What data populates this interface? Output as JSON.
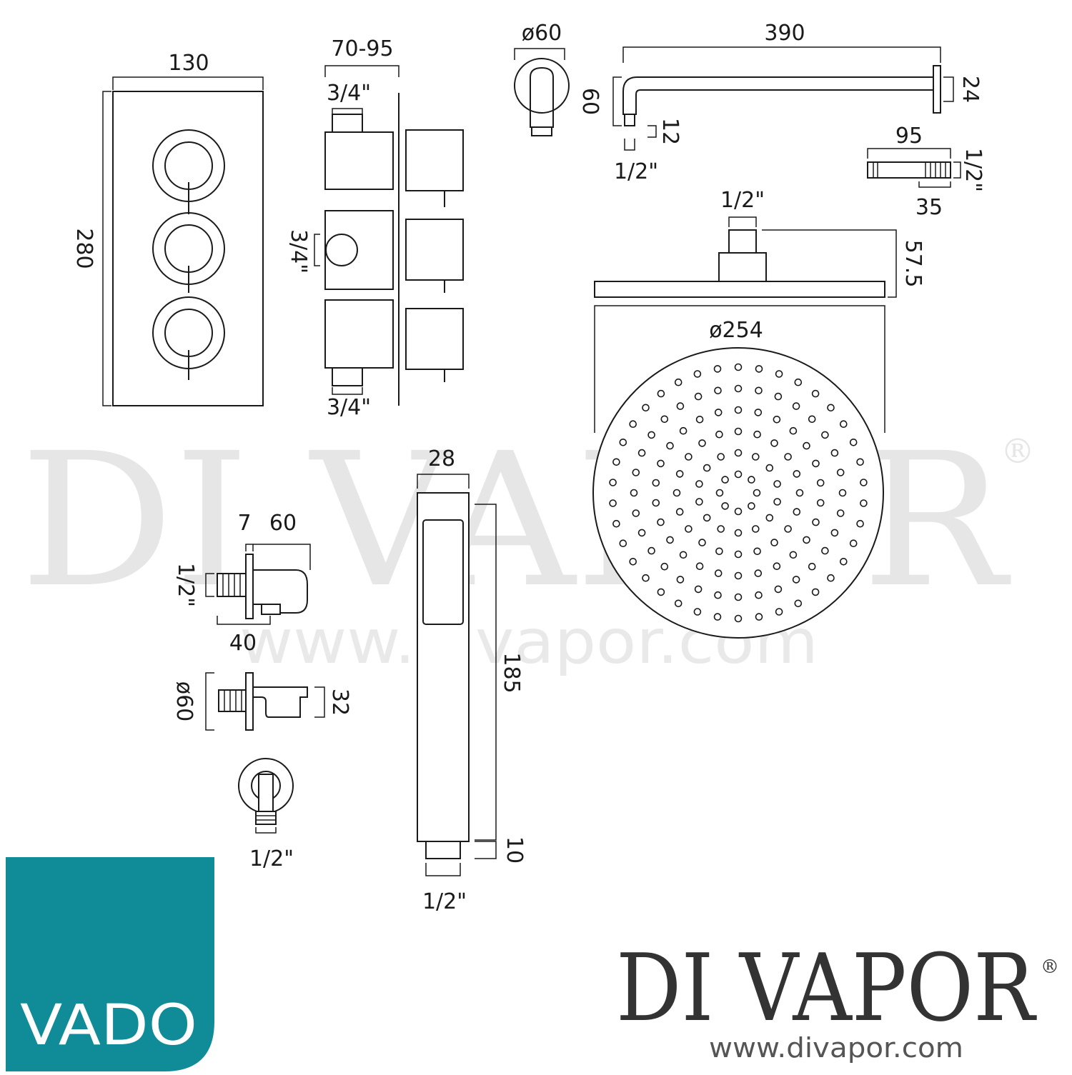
{
  "watermark": {
    "brand": "DI VAPOR",
    "registered": "®",
    "url": "www.divapor.com"
  },
  "logos": {
    "vado": "VADO",
    "divapor": "DI VAPOR",
    "divapor_registered": "®",
    "divapor_url": "www.divapor.com"
  },
  "colors": {
    "vado_teal": "#0f8c98",
    "line": "#1a1a1a",
    "watermark": "#e6e6e6"
  },
  "dimensions": {
    "faceplate_width": "130",
    "faceplate_height": "280",
    "valve_depth": "70-95",
    "valve_top_thread": "3/4\"",
    "valve_side_thread": "3/4\"",
    "valve_bottom_thread": "3/4\"",
    "wall_flange_dia": "ø60",
    "arm_length": "390",
    "arm_drop": "60",
    "arm_flange": "24",
    "arm_thread_len": "12",
    "arm_thread": "1/2\"",
    "nipple_length": "95",
    "nipple_thread": "1/2\"",
    "nipple_thread_len": "35",
    "head_thread": "1/2\"",
    "head_height": "57.5",
    "head_dia": "ø254",
    "outlet_flange": "7",
    "outlet_length": "60",
    "outlet_thread": "1/2\"",
    "outlet_depth": "40",
    "holder_dia": "ø60",
    "holder_height": "32",
    "elbow_thread": "1/2\"",
    "handset_width": "28",
    "handset_length": "185",
    "handset_cone": "10",
    "handset_thread": "1/2\""
  }
}
